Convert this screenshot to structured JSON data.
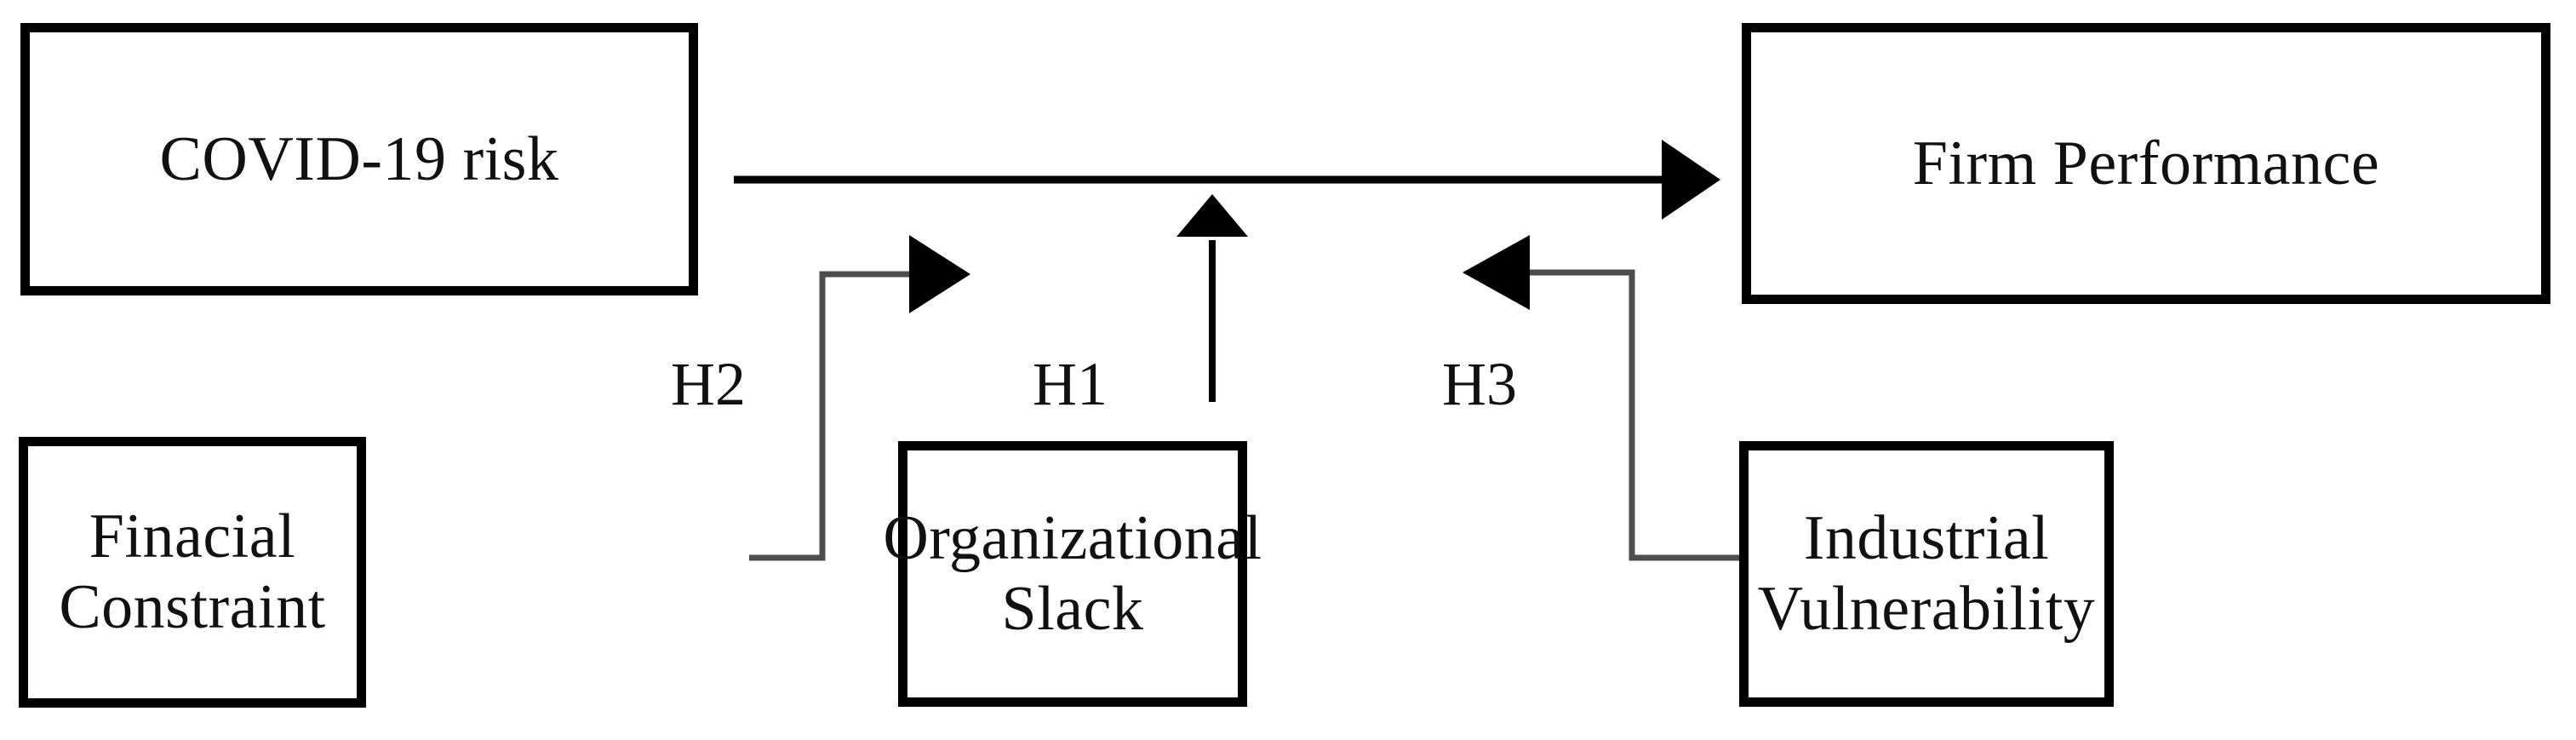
{
  "diagram": {
    "type": "conceptual-research-model",
    "background_color": "#ffffff",
    "stroke_color": "#000000",
    "text_color": "#111111",
    "nodes": [
      {
        "id": "covid",
        "label": "COVID-19 risk",
        "row": "top",
        "column": "left"
      },
      {
        "id": "firm",
        "label": "Firm Performance",
        "row": "top",
        "column": "right"
      },
      {
        "id": "finance",
        "label": "Finacial\nConstraint",
        "row": "bottom",
        "column": "left"
      },
      {
        "id": "slack",
        "label": "Organizational\nSlack",
        "row": "bottom",
        "column": "center"
      },
      {
        "id": "industry",
        "label": "Industrial\nVulnerability",
        "row": "bottom",
        "column": "right"
      }
    ],
    "hypotheses": [
      {
        "id": "h1",
        "label": "H1",
        "from": "slack",
        "to": "firm-performance-path",
        "arrow": "up"
      },
      {
        "id": "h2",
        "label": "H2",
        "from": "finance",
        "to": "covid-firm-path",
        "arrow": "elbow-right"
      },
      {
        "id": "h3",
        "label": "H3",
        "from": "industry",
        "to": "covid-firm-path",
        "arrow": "elbow-left"
      }
    ],
    "edges": [
      {
        "id": "main",
        "from": "covid",
        "to": "firm",
        "style": "straight-arrow-right"
      },
      {
        "id": "h2-edge",
        "from": "finance",
        "to": "main-path",
        "style": "elbow-arrow-right"
      },
      {
        "id": "h1-edge",
        "from": "slack",
        "to": "main-path",
        "style": "vertical-arrow-up"
      },
      {
        "id": "h3-edge",
        "from": "industry",
        "to": "main-path",
        "style": "elbow-arrow-left"
      }
    ]
  }
}
